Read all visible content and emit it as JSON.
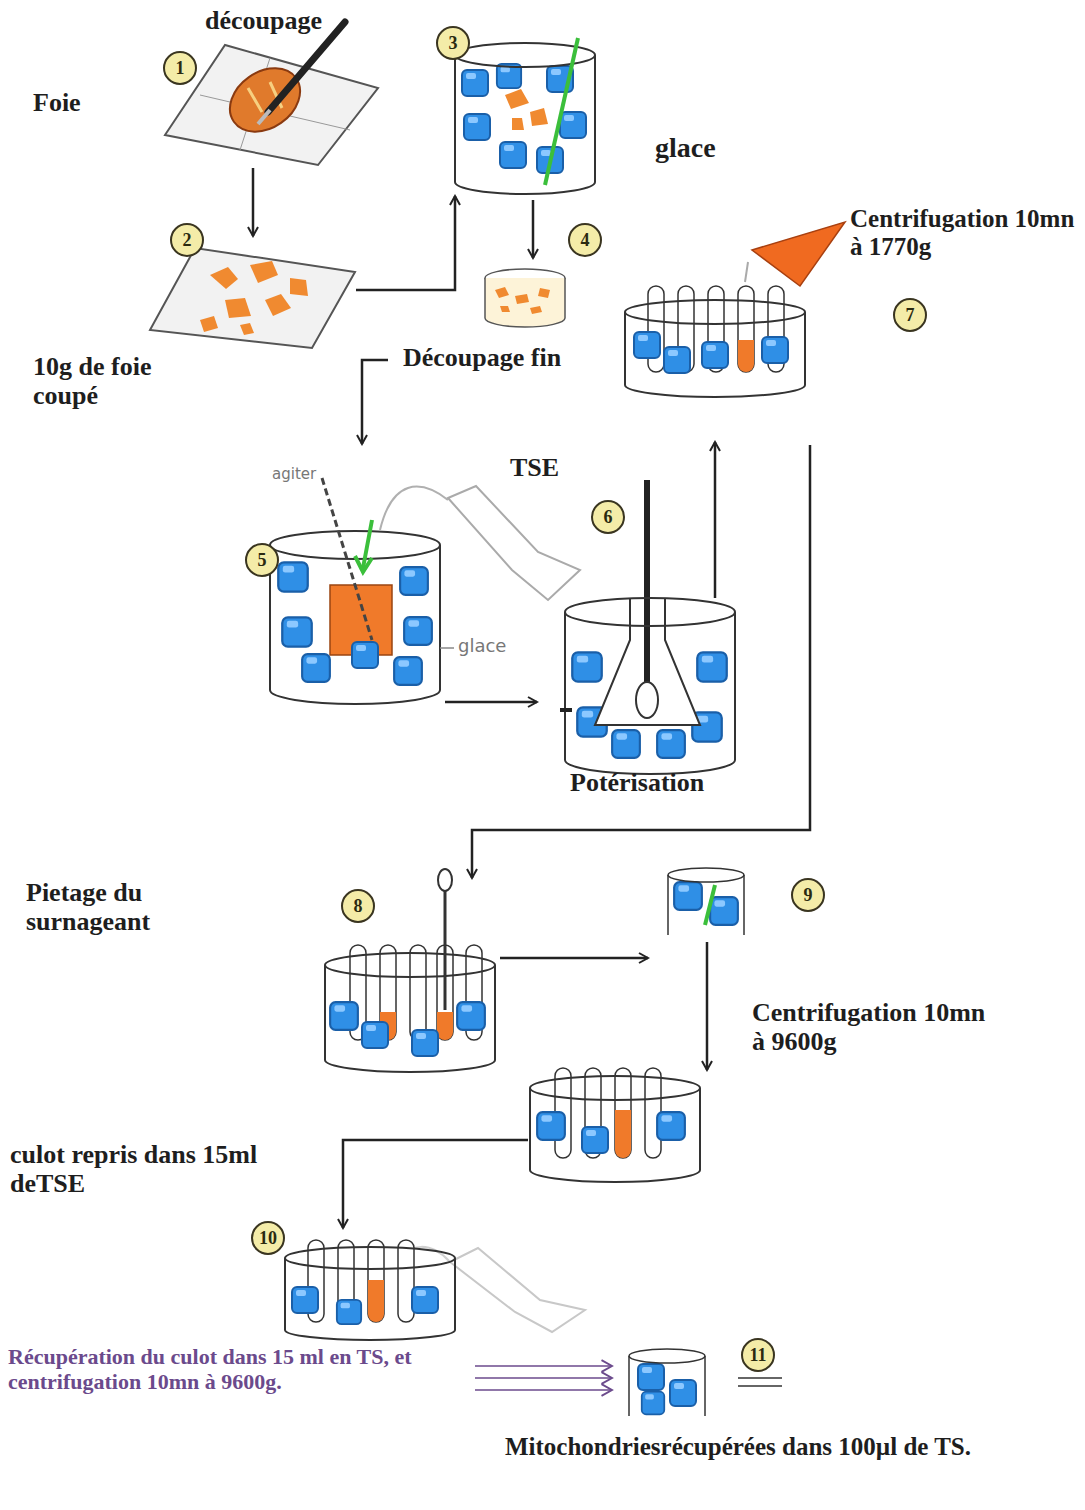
{
  "diagram": {
    "nodes": [
      {
        "text": [
          "1"
        ]
      },
      {
        "text": [
          "2"
        ]
      },
      {
        "text": [
          "3"
        ]
      },
      {
        "text": [
          "4"
        ]
      },
      {
        "text": [
          "5"
        ]
      },
      {
        "text": [
          "6"
        ]
      },
      {
        "text": [
          "7"
        ]
      },
      {
        "text": [
          "8"
        ]
      },
      {
        "text": [
          "9"
        ]
      },
      {
        "text": [
          "10"
        ]
      },
      {
        "text": [
          "11"
        ]
      }
    ],
    "labels": [
      "découpage",
      "Foie",
      "glace",
      "Centrifugation 10mn à 1770g",
      "10g de foie coupé",
      "Découpage fin",
      "agiter",
      "TSE",
      "glace",
      "Potérisation",
      "Pietage du surnageant",
      "Centrifugation 10mn à 9600g",
      "culot repris dans 15ml deTSE",
      "Récupération du culot dans 15 ml en TS, et centrifugation 10mn à 9600g.",
      "Mitochondriesrécupérées dans 100µl de TS."
    ]
  }
}
